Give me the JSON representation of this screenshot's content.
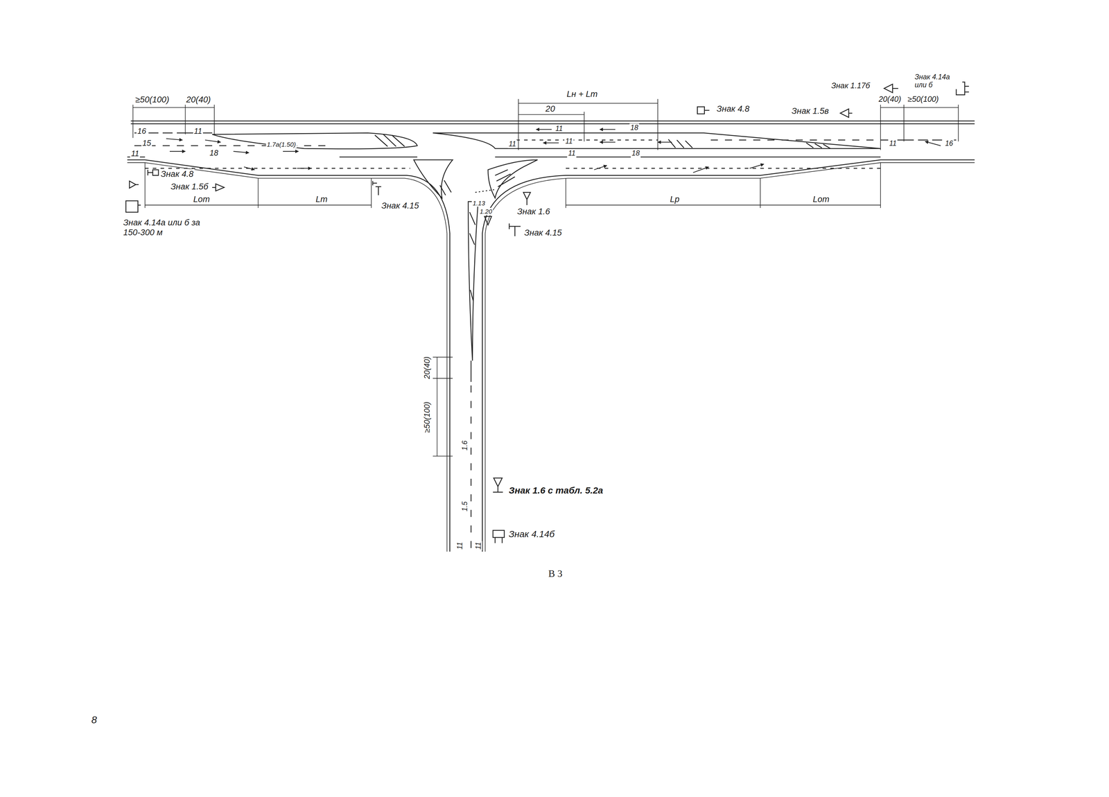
{
  "diagram": {
    "caption": "В 3",
    "labels": [
      "≥50(100)",
      "20(40)",
      "16",
      "11",
      "15",
      "11",
      "18",
      "1.7а(1.50)",
      "Lн + Lт",
      "20",
      "11",
      "18",
      "11",
      "11",
      "11",
      "18",
      "Знак 1.17б",
      "Знак 4.14а или б",
      "Знак 4.8",
      "Знак 1.5в",
      "20(40)",
      "≥50(100)",
      "11",
      "16",
      "Знак 4.8",
      "Знак 1.5б",
      "Lот",
      "Lт",
      "Знак 4.15",
      "Знак 4.14а или б за 150-300 м",
      "1.13",
      "1.20",
      "Знак 1.6",
      "Знак 4.15",
      "Lр",
      "Lот",
      "20(40)",
      "≥50(100)",
      "1.6",
      "1.5",
      "11",
      "11",
      "Знак 1.6 с табл. 5.2а",
      "Знак 4.14б",
      "8"
    ]
  }
}
